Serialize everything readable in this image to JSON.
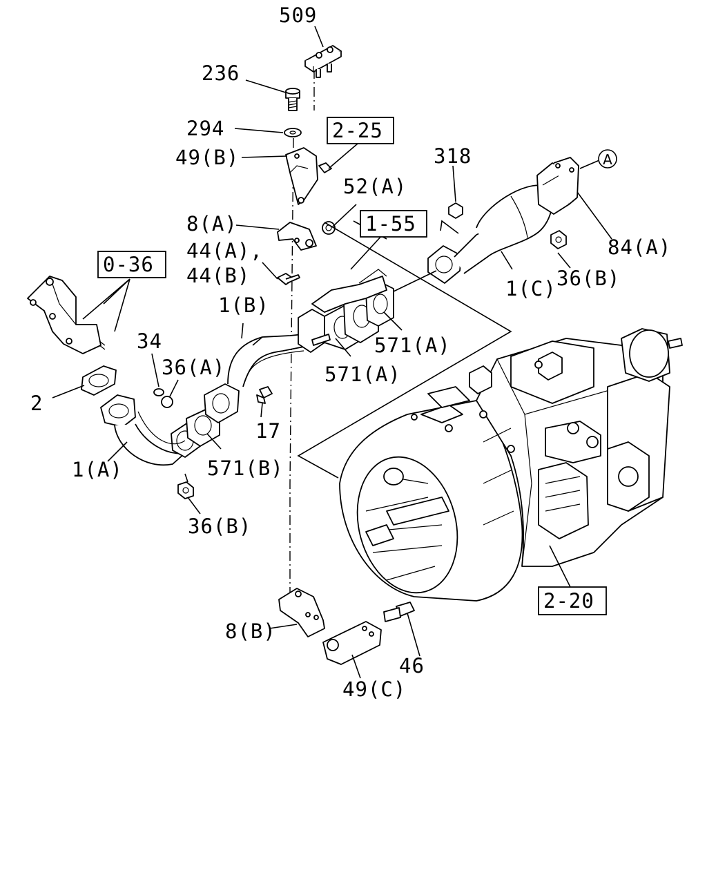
{
  "callouts": {
    "c509": "509",
    "c236": "236",
    "c294": "294",
    "c49b": "49(B)",
    "c52a": "52(A)",
    "c318": "318",
    "circleA": "A",
    "c84a": "84(A)",
    "c8a": "8(A)",
    "c44a": "44(A),",
    "c44b": "44(B)",
    "c36b_top": "36(B)",
    "c1c": "1(C)",
    "c1b": "1(B)",
    "c34": "34",
    "c36a": "36(A)",
    "c571a_right": "571(A)",
    "c571a_mid": "571(A)",
    "c2": "2",
    "c17": "17",
    "c1a": "1(A)",
    "c571b": "571(B)",
    "c36b_bottom": "36(B)",
    "c8b": "8(B)",
    "c46": "46",
    "c49c": "49(C)"
  },
  "references": {
    "r2_25": "2-25",
    "r1_55": "1-55",
    "r0_36": "0-36",
    "r2_20": "2-20"
  }
}
